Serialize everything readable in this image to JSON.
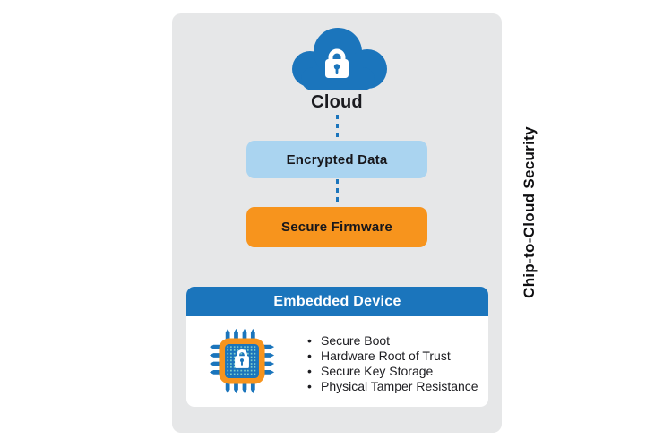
{
  "title": "Chip-to-Cloud Security",
  "diagram": {
    "cloud_label": "Cloud",
    "encrypted_label": "Encrypted Data",
    "firmware_label": "Secure Firmware",
    "device_header": "Embedded Device",
    "device_features": [
      "Secure Boot",
      "Hardware Root of Trust",
      "Secure Key Storage",
      "Physical Tamper Resistance"
    ]
  },
  "icons": {
    "cloud": "cloud-lock-icon",
    "chip": "chip-lock-icon"
  },
  "colors": {
    "blue": "#1b75bc",
    "light_blue": "#aad4f0",
    "orange": "#f7941d",
    "panel_gray": "#e6e7e8",
    "chip_dot_teal": "#82d1cc",
    "text_dark": "#1b1b1f",
    "white": "#ffffff"
  }
}
